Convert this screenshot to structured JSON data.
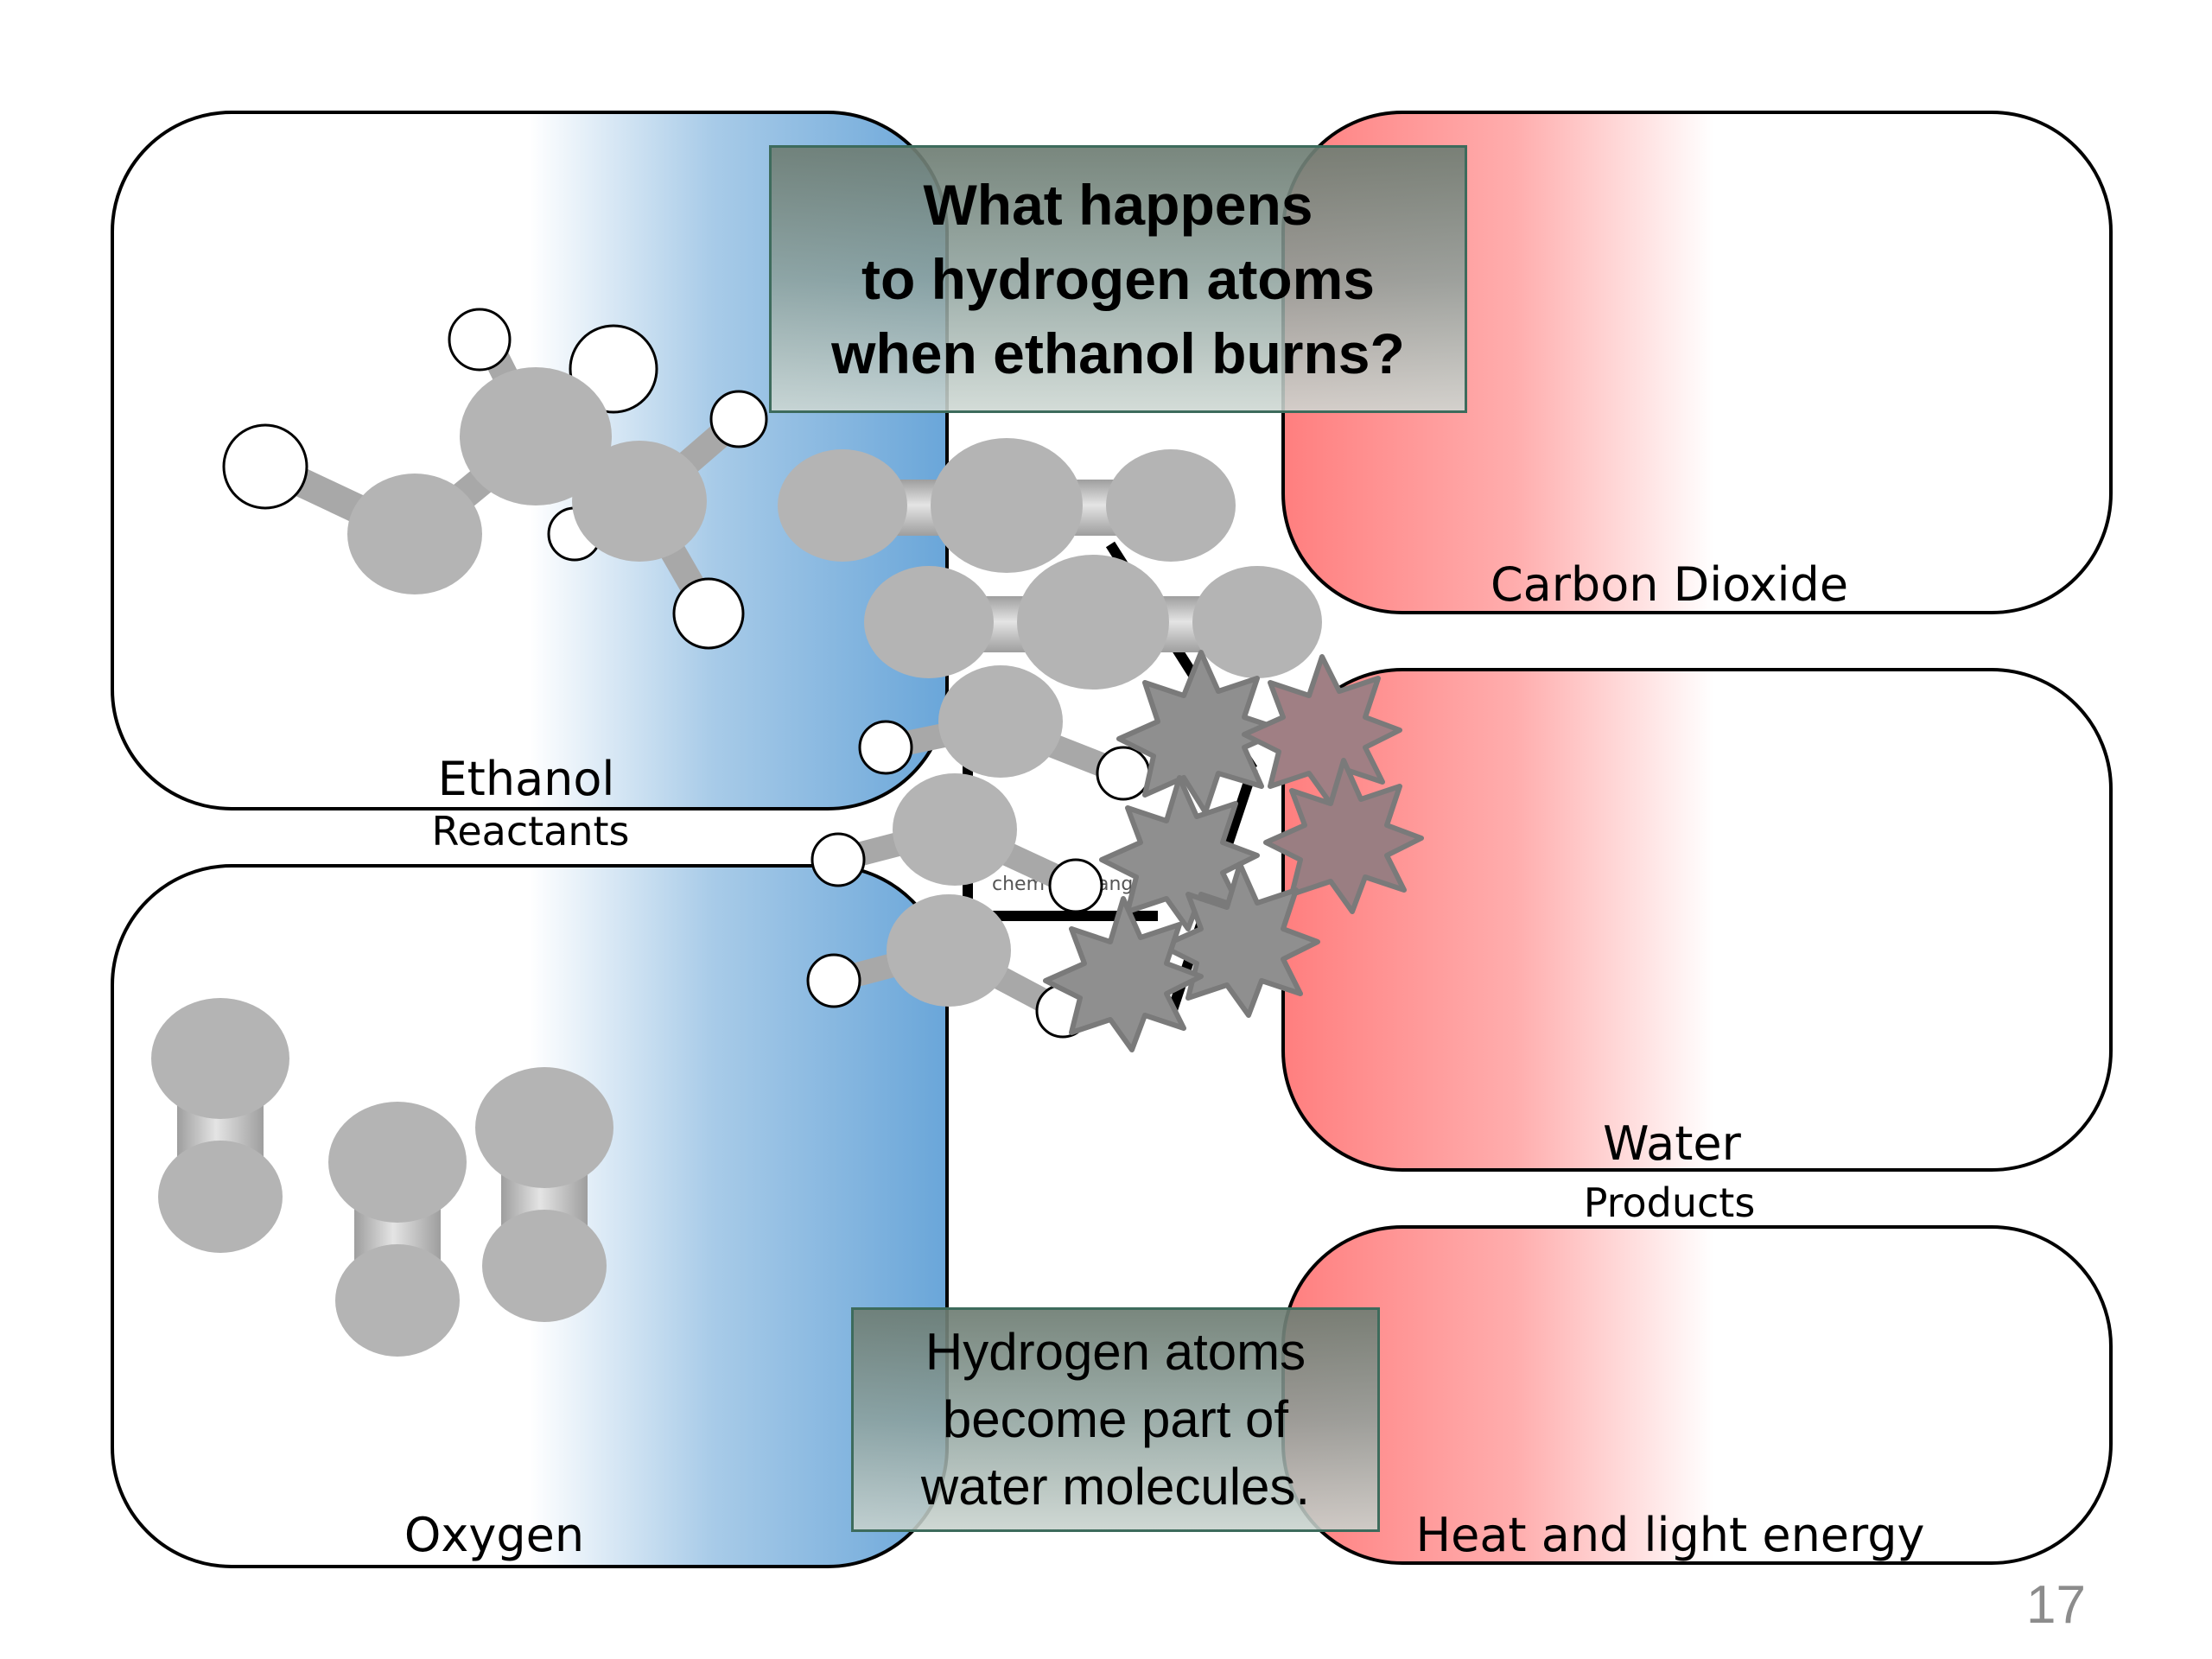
{
  "panels": {
    "ethanol": {
      "label": "Ethanol",
      "sublabel": "Reactants"
    },
    "oxygen": {
      "label": "Oxygen"
    },
    "carbon_dioxide": {
      "label": "Carbon Dioxide"
    },
    "water": {
      "label": "Water",
      "sublabel": "Products"
    },
    "heat": {
      "label": "Heat and light energy"
    }
  },
  "question": {
    "line1": "What happens",
    "line2": "to hydrogen atoms",
    "line3": "when ethanol burns?"
  },
  "answer": {
    "line1": "Hydrogen atoms",
    "line2": "become part of",
    "line3": "water molecules."
  },
  "page_number": "17",
  "colors": {
    "reactant_blue": "#6aa6d9",
    "product_red": "#ff7f7f",
    "atom_gray": "#b4b4b4",
    "burst_gray": "#9a9a9a"
  }
}
